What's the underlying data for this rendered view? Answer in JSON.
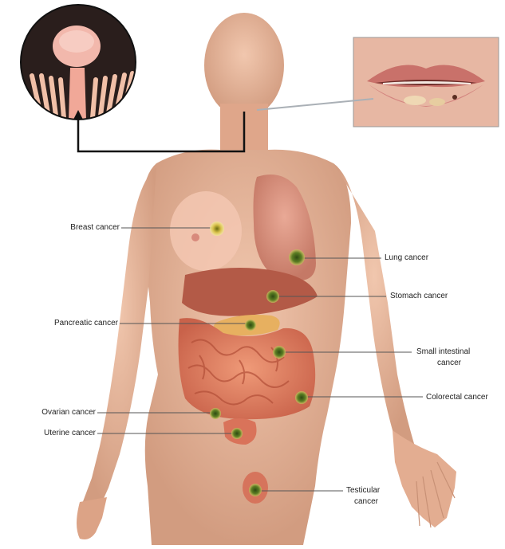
{
  "labels": {
    "breast": "Breast cancer",
    "lung": "Lung cancer",
    "stomach": "Stomach cancer",
    "pancreatic": "Pancreatic cancer",
    "small_intestinal_1": "Small intestinal",
    "small_intestinal_2": "cancer",
    "colorectal": "Colorectal cancer",
    "ovarian": "Ovarian cancer",
    "uterine": "Uterine cancer",
    "testicular_1": "Testicular",
    "testicular_2": "cancer"
  },
  "colors": {
    "skin": "#e8b79c",
    "skin_shadow": "#c98f74",
    "lung": "#d98a76",
    "intestine": "#e07a5c",
    "liver": "#9c4a3a",
    "tumor_green": "#3f5f1a",
    "tumor_yellow": "#d8c24a",
    "leader_line": "#555555",
    "connector": "#111111"
  }
}
